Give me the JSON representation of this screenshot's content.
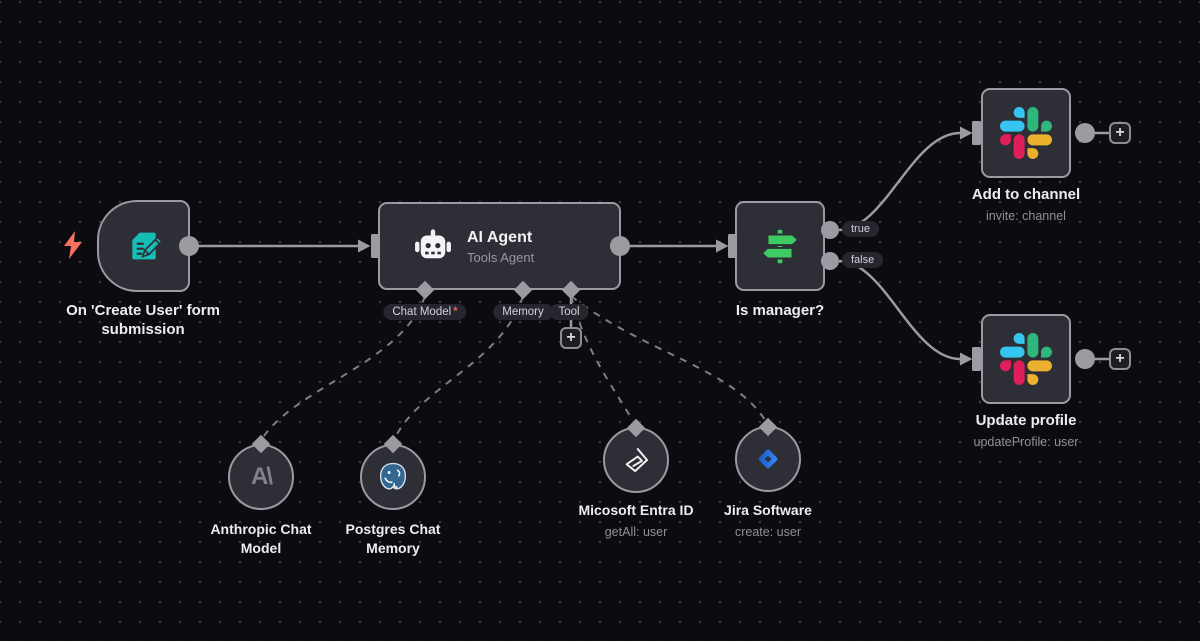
{
  "app": "workflow-canvas",
  "colors": {
    "canvas_bg": "#0c0b10",
    "dot": "#3b3b43",
    "node_bg": "#2e2e37",
    "node_border": "#9a9aa2",
    "wire": "#9b9ba1",
    "wire_dashed": "#7e7e86",
    "trigger_bolt": "#f8715f",
    "form_icon_teal": "#16bdb4",
    "switch_icon_green": "#3ecb63",
    "slack_blue": "#36C5F0",
    "slack_green": "#2EB67D",
    "slack_red": "#E01E5A",
    "slack_yellow": "#ECB22E",
    "jira_blue_light": "#388BFF",
    "jira_blue_dark": "#1558bc",
    "postgres_blue": "#336791"
  },
  "ui": {
    "plus": "+"
  },
  "nodes": {
    "form_trigger": {
      "label_line1": "On 'Create User' form",
      "label_line2": "submission"
    },
    "ai_agent": {
      "title": "AI Agent",
      "subtitle": "Tools Agent",
      "ports": {
        "chat_model": "Chat Model",
        "chat_model_required": "*",
        "memory": "Memory",
        "tool": "Tool"
      }
    },
    "is_manager": {
      "label": "Is manager?",
      "output_true": "true",
      "output_false": "false"
    },
    "add_to_channel": {
      "label": "Add to channel",
      "subtitle": "invite: channel"
    },
    "update_profile": {
      "label": "Update profile",
      "subtitle": "updateProfile: user"
    },
    "anthropic": {
      "glyph": "A\\",
      "label_line1": "Anthropic Chat",
      "label_line2": "Model"
    },
    "postgres": {
      "label_line1": "Postgres Chat",
      "label_line2": "Memory"
    },
    "entra": {
      "label": "Micosoft Entra ID",
      "subtitle": "getAll: user"
    },
    "jira": {
      "label": "Jira Software",
      "subtitle": "create: user"
    }
  }
}
